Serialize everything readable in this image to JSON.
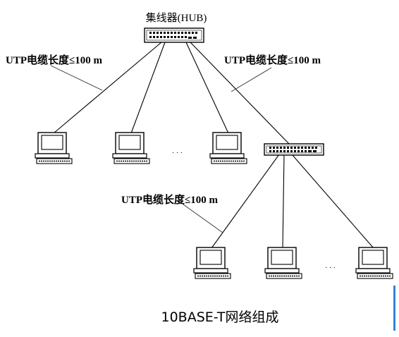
{
  "hub_label": "集线器(HUB)",
  "cable_labels": {
    "top_left": "UTP电缆长度≤100 m",
    "top_right": "UTP电缆长度≤100 m",
    "lower": "UTP电缆长度≤100 m"
  },
  "ellipsis": "· · ·",
  "caption": "10BASE-T网络组成",
  "colors": {
    "line": "#000000",
    "accent_bar": "#2f86d8"
  },
  "icons": {
    "hub": "network-hub-icon",
    "computer": "desktop-computer-icon"
  }
}
